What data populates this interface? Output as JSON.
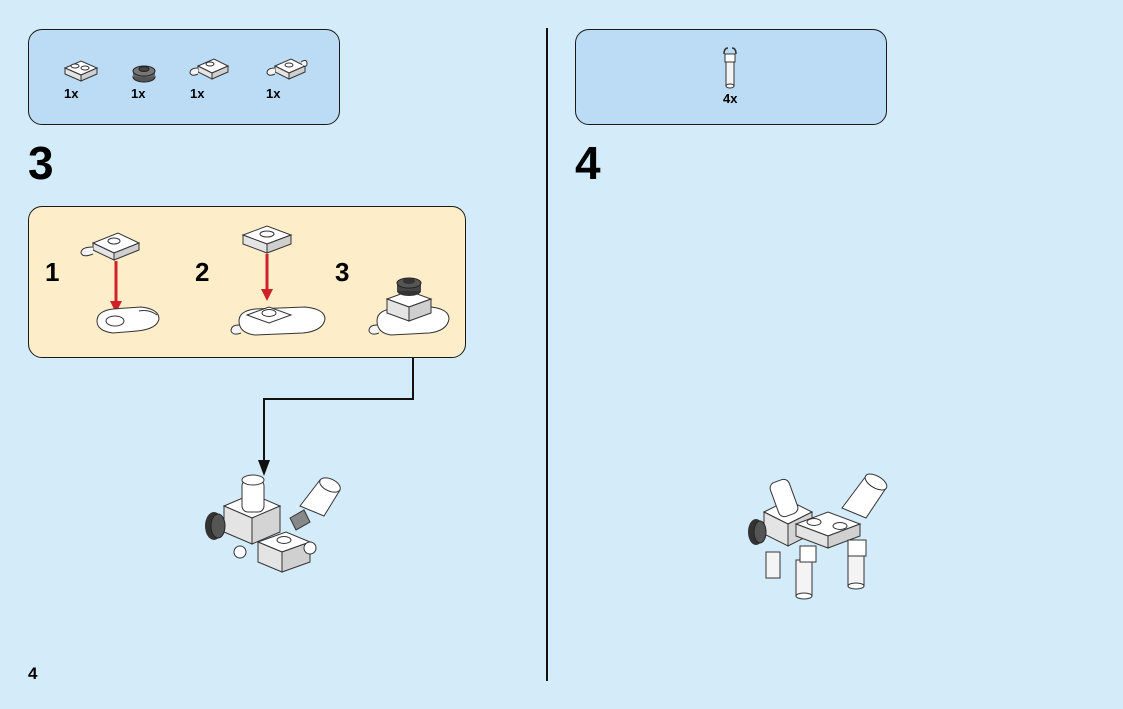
{
  "page_number": "4",
  "step3": {
    "number": "3",
    "parts": [
      {
        "icon": "plate-1x2-icon",
        "qty": "1x"
      },
      {
        "icon": "round-plate-dark-icon",
        "qty": "1x"
      },
      {
        "icon": "plate-clip-icon",
        "qty": "1x"
      },
      {
        "icon": "plate-double-clip-icon",
        "qty": "1x"
      }
    ],
    "substeps": [
      "1",
      "2",
      "3"
    ]
  },
  "step4": {
    "number": "4",
    "parts": [
      {
        "icon": "bar-clip-icon",
        "qty": "4x"
      }
    ]
  },
  "colors": {
    "page_bg": "#d4ecfa",
    "parts_box": "#bcdcf5",
    "substep_panel": "#fdeec9",
    "arrow_red": "#d0202a"
  }
}
